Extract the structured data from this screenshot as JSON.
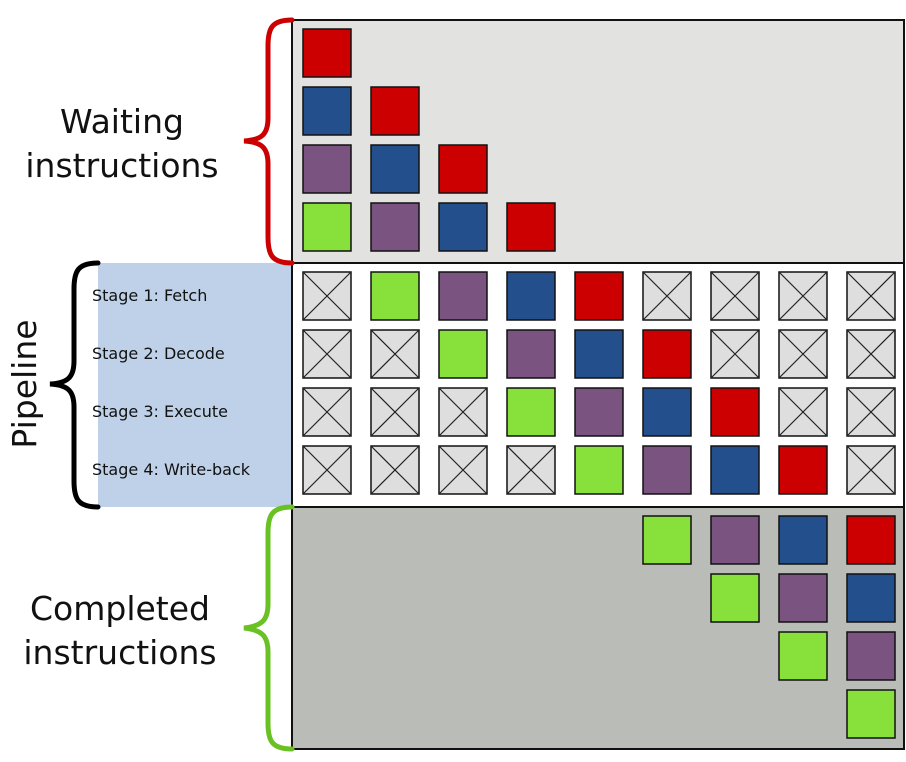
{
  "labels": {
    "waiting": "Waiting\ninstructions",
    "pipeline": "Pipeline",
    "completed": "Completed\ninstructions"
  },
  "stages": [
    "Stage 1: Fetch",
    "Stage 2: Decode",
    "Stage 3: Execute",
    "Stage 4: Write-back"
  ],
  "colors": {
    "green": "#87e13a",
    "purple": "#7a5381",
    "blue": "#244f8d",
    "red": "#cc0000",
    "empty": "#dedede",
    "waiting_bg": "#e2e3e0",
    "pipeline_bg": "#ffffff",
    "completed_bg": "#babcb8",
    "label_bg": "#bed1e8",
    "brace_waiting": "#cc0000",
    "brace_pipeline": "#000000",
    "brace_completed": "#6ac123"
  },
  "waiting_grid": [
    [
      "red",
      null,
      null,
      null
    ],
    [
      "blue",
      "red",
      null,
      null
    ],
    [
      "purple",
      "blue",
      "red",
      null
    ],
    [
      "green",
      "purple",
      "blue",
      "red"
    ]
  ],
  "pipeline_grid": [
    [
      "empty",
      "green",
      "purple",
      "blue",
      "red",
      "empty",
      "empty",
      "empty",
      "empty"
    ],
    [
      "empty",
      "empty",
      "green",
      "purple",
      "blue",
      "red",
      "empty",
      "empty",
      "empty"
    ],
    [
      "empty",
      "empty",
      "empty",
      "green",
      "purple",
      "blue",
      "red",
      "empty",
      "empty"
    ],
    [
      "empty",
      "empty",
      "empty",
      "empty",
      "green",
      "purple",
      "blue",
      "red",
      "empty"
    ]
  ],
  "completed_grid": [
    [
      null,
      null,
      null,
      null,
      null,
      "green",
      "purple",
      "blue",
      "red"
    ],
    [
      null,
      null,
      null,
      null,
      null,
      null,
      "green",
      "purple",
      "blue"
    ],
    [
      null,
      null,
      null,
      null,
      null,
      null,
      null,
      "green",
      "purple"
    ],
    [
      null,
      null,
      null,
      null,
      null,
      null,
      null,
      null,
      "green"
    ]
  ]
}
